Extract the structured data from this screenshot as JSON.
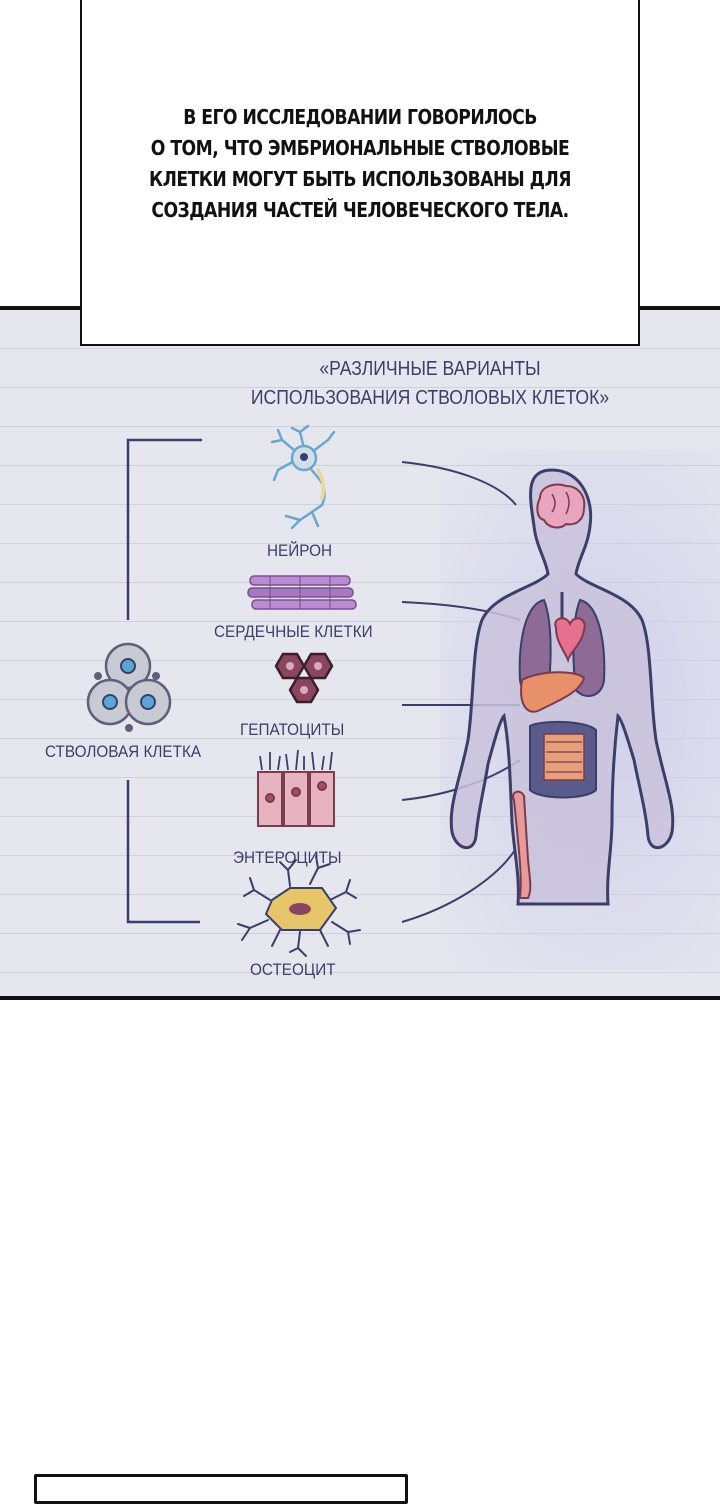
{
  "caption": {
    "lines": [
      "В ЕГО ИССЛЕДОВАНИИ ГОВОРИЛОСЬ",
      "О ТОМ, ЧТО ЭМБРИОНАЛЬНЫЕ СТВОЛОВЫЕ",
      "КЛЕТКИ МОГУТ БЫТЬ ИСПОЛЬЗОВАНЫ ДЛЯ",
      "СОЗДАНИЯ ЧАСТЕЙ ЧЕЛОВЕЧЕСКОГО ТЕЛА."
    ]
  },
  "diagram": {
    "title_lines": [
      "«РАЗЛИЧНЫЕ ВАРИАНТЫ",
      "ИСПОЛЬЗОВАНИЯ СТВОЛОВЫХ КЛЕТОК»"
    ],
    "source_label": "СТВОЛОВАЯ КЛЕТКА",
    "cells": [
      {
        "label": "НЕЙРОН",
        "icon": "neuron-icon"
      },
      {
        "label": "СЕРДЕЧНЫЕ КЛЕТКИ",
        "icon": "cardiac-cells-icon"
      },
      {
        "label": "ГЕПАТОЦИТЫ",
        "icon": "hepatocytes-icon"
      },
      {
        "label": "ЭНТЕРОЦИТЫ",
        "icon": "enterocytes-icon"
      },
      {
        "label": "ОСТЕОЦИТ",
        "icon": "osteocyte-icon"
      }
    ],
    "body_icon": "human-body-organs-icon",
    "colors": {
      "ink": "#3a3f6a",
      "panel": "#e6e7ee",
      "neuron": "#6aa7cf",
      "cardiac": "#a67ac0",
      "hepatocyte": "#7a3a50",
      "enterocyte": "#e7b3bf",
      "osteocyte": "#e7c56a"
    }
  }
}
